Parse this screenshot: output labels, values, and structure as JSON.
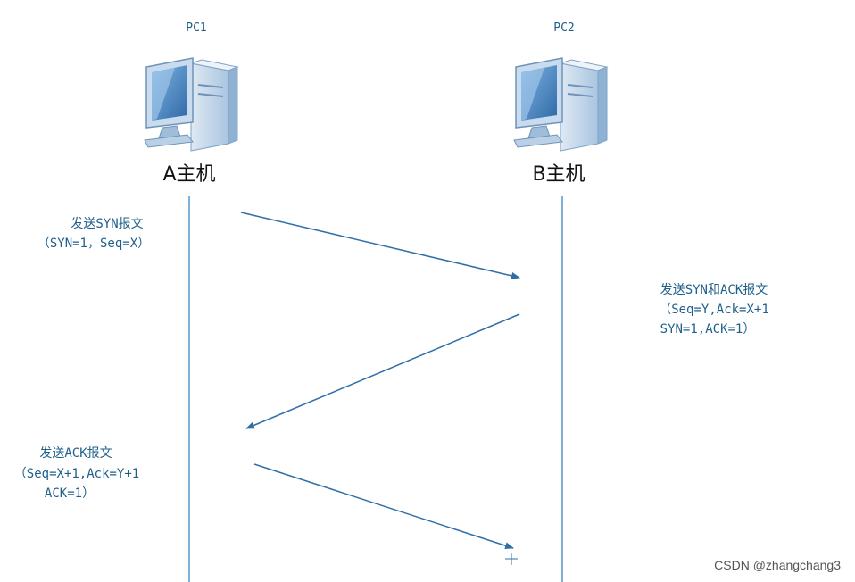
{
  "hosts": [
    {
      "pc_label": "PC1",
      "host_label": "A主机"
    },
    {
      "pc_label": "PC2",
      "host_label": "B主机"
    }
  ],
  "messages": [
    {
      "line1": "发送SYN报文",
      "line2": "（SYN=1，Seq=X）",
      "line3": ""
    },
    {
      "line1": "发送SYN和ACK报文",
      "line2": "（Seq=Y,Ack=X+1",
      "line3": "SYN=1,ACK=1）"
    },
    {
      "line1": "发送ACK报文",
      "line2": "（Seq=X+1,Ack=Y+1",
      "line3": "ACK=1）"
    }
  ],
  "watermark": "CSDN @zhangchang3",
  "colors": {
    "arrow": "#2f6fa8",
    "lifeline": "#4b8ec4",
    "label_text": "#1f5f8b",
    "monitor_frame": "#8fb6d9",
    "screen": "#4a86c0"
  },
  "icons": [
    "desktop-computer-icon",
    "desktop-computer-icon"
  ]
}
